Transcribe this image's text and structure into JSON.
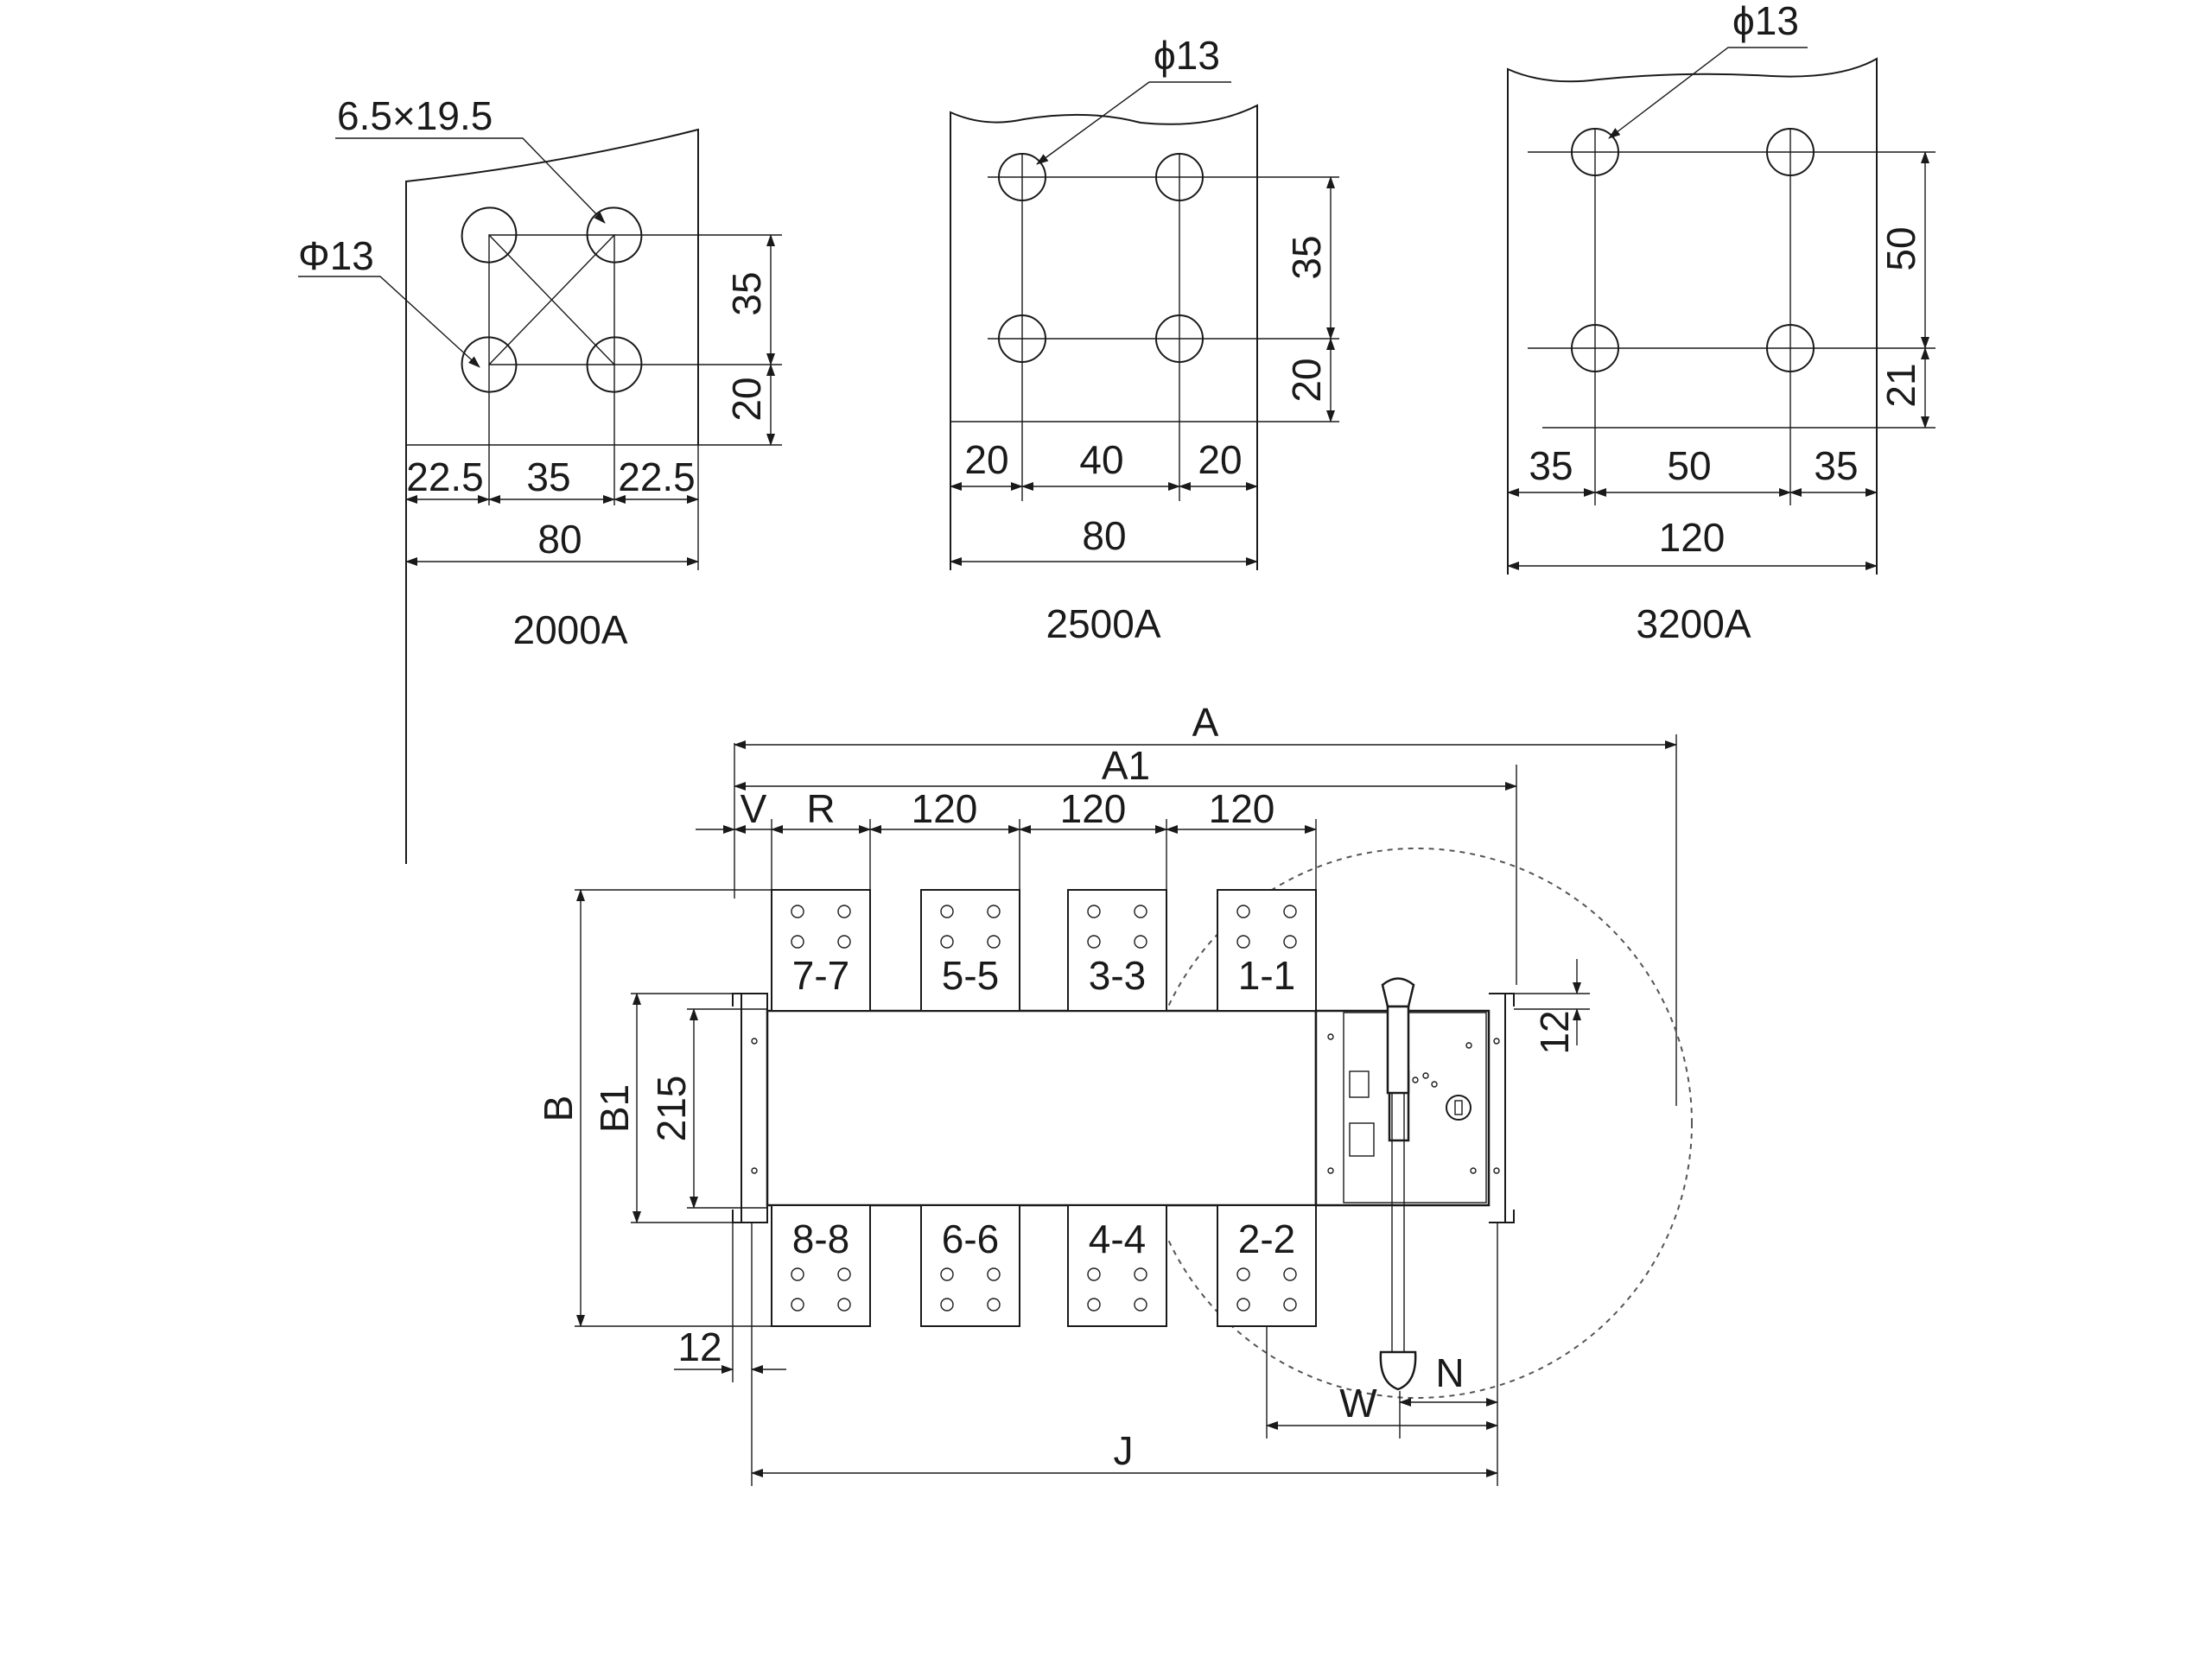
{
  "colors": {
    "line": "#1a1a1a",
    "background": "#ffffff"
  },
  "details": {
    "d2000": {
      "caption": "2000A",
      "slot": "6.5×19.5",
      "hole": "Φ13",
      "v1": "35",
      "v2": "20",
      "h1": "22.5",
      "h2": "35",
      "h3": "22.5",
      "total": "80"
    },
    "d2500": {
      "caption": "2500A",
      "hole": "ϕ13",
      "v1": "35",
      "v2": "20",
      "h1": "20",
      "h2": "40",
      "h3": "20",
      "total": "80"
    },
    "d3200": {
      "caption": "3200A",
      "hole": "ϕ13",
      "v1": "50",
      "v2": "21",
      "h1": "35",
      "h2": "50",
      "h3": "35",
      "total": "120"
    }
  },
  "main": {
    "A": "A",
    "A1": "A1",
    "V": "V",
    "R": "R",
    "pitch": [
      "120",
      "120",
      "120"
    ],
    "B": "B",
    "B1": "B1",
    "h215": "215",
    "e12_right": "12",
    "e12_left": "12",
    "J": "J",
    "W": "W",
    "N": "N",
    "terminals_top": [
      "7-7",
      "5-5",
      "3-3",
      "1-1"
    ],
    "terminals_bottom": [
      "8-8",
      "6-6",
      "4-4",
      "2-2"
    ]
  }
}
